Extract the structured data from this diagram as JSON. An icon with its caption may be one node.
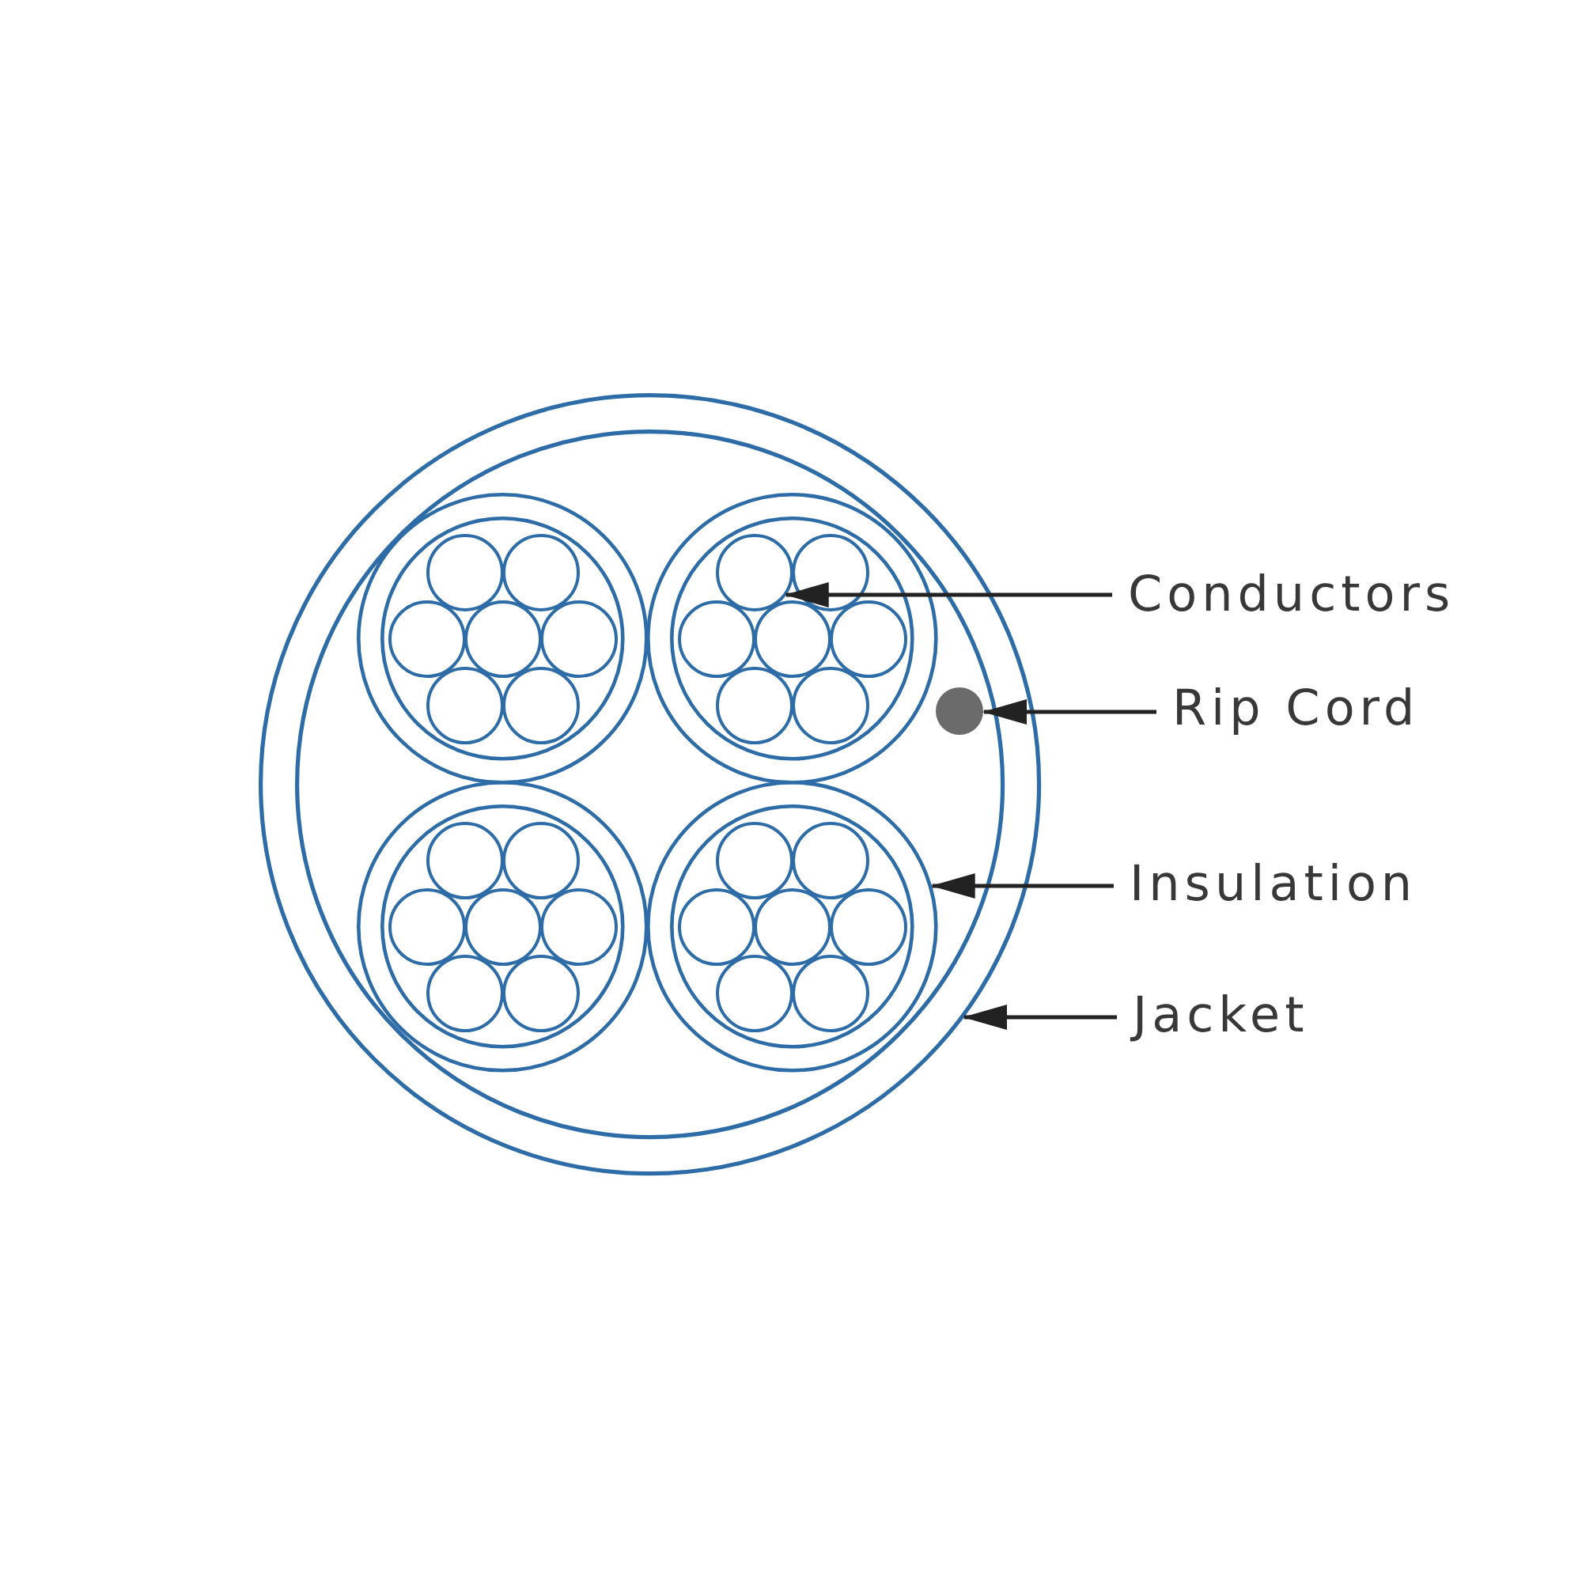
{
  "diagram": {
    "nodes": [
      {
        "text": [],
        "shape": "circle"
      },
      {
        "text": [],
        "shape": "circle",
        "in": 0
      },
      {
        "text": [],
        "shape": "circle",
        "in": 1
      },
      {
        "text": [],
        "shape": "circle",
        "in": 1
      },
      {
        "text": [],
        "shape": "circle",
        "in": 1
      },
      {
        "text": [],
        "shape": "circle",
        "in": 1
      },
      {
        "text": [],
        "shape": "circle",
        "in": 1
      },
      {
        "text": [],
        "shape": "circle",
        "in": 1
      },
      {
        "text": [],
        "shape": "circle",
        "in": 1
      },
      {
        "text": [],
        "shape": "circle",
        "in": 0
      },
      {
        "text": [],
        "shape": "circle",
        "in": 9
      },
      {
        "text": [],
        "shape": "circle",
        "in": 9
      },
      {
        "text": [],
        "shape": "circle",
        "in": 9
      },
      {
        "text": [],
        "shape": "circle",
        "in": 9
      },
      {
        "text": [],
        "shape": "circle",
        "in": 9
      },
      {
        "text": [],
        "shape": "circle",
        "in": 9
      },
      {
        "text": [],
        "shape": "circle",
        "in": 9
      },
      {
        "text": [],
        "shape": "circle",
        "in": 0
      },
      {
        "text": [],
        "shape": "circle",
        "in": 17
      },
      {
        "text": [],
        "shape": "circle",
        "in": 17
      },
      {
        "text": [],
        "shape": "circle",
        "in": 17
      },
      {
        "text": [],
        "shape": "circle",
        "in": 17
      },
      {
        "text": [],
        "shape": "circle",
        "in": 17
      },
      {
        "text": [],
        "shape": "circle",
        "in": 17
      },
      {
        "text": [],
        "shape": "circle",
        "in": 17
      },
      {
        "text": [],
        "shape": "circle",
        "in": 0
      },
      {
        "text": [],
        "shape": "circle",
        "in": 25
      },
      {
        "text": [],
        "shape": "circle",
        "in": 25
      },
      {
        "text": [],
        "shape": "circle",
        "in": 25
      },
      {
        "text": [],
        "shape": "circle",
        "in": 25
      },
      {
        "text": [],
        "shape": "circle",
        "in": 25
      },
      {
        "text": [],
        "shape": "circle",
        "in": 25
      },
      {
        "text": [],
        "shape": "circle",
        "in": 25
      },
      {
        "text": [],
        "shape": "circle",
        "in": 0
      },
      {
        "text": [
          "Conductors"
        ]
      },
      {
        "text": [
          "Rip Cord"
        ]
      },
      {
        "text": [
          "Insulation"
        ]
      },
      {
        "text": [
          "Jacket"
        ]
      }
    ],
    "edges": [
      {
        "from": 34,
        "to": 10,
        "arrow": "to"
      },
      {
        "from": 35,
        "to": 33,
        "arrow": "to"
      },
      {
        "from": 36,
        "to": 25,
        "arrow": "to"
      },
      {
        "from": 37,
        "to": 0,
        "arrow": "to"
      }
    ]
  }
}
